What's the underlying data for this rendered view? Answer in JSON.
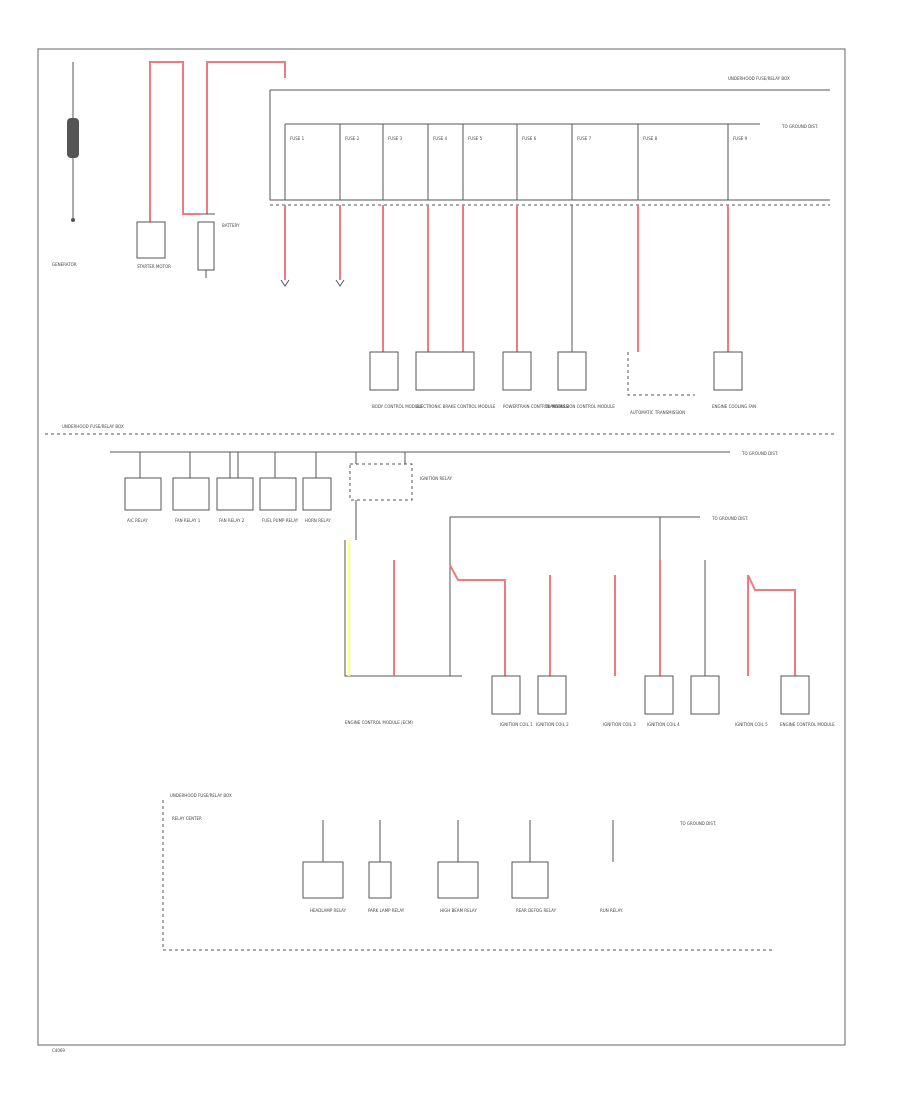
{
  "footer_code": "C4069",
  "labels": {
    "generator": "GENERATOR",
    "starter": "STARTER MOTOR",
    "battery": "BATTERY",
    "underhood_fuse_top": "UNDERHOOD FUSE/RELAY BOX",
    "underhood_fuse_mid": "UNDERHOOD FUSE/RELAY BOX",
    "underhood_fuse_bottom": "UNDERHOOD FUSE/RELAY BOX",
    "ground_top": "TO GROUND DIST.",
    "ground_mid": "TO GROUND DIST.",
    "ground_low": "TO GROUND DIST.",
    "ground_bottom": "TO GROUND DIST.",
    "engine_control_module": "ENGINE CONTROL MODULE (ECM)",
    "ignition_relay": "IGNITION RELAY",
    "relay_center": "RELAY CENTER"
  },
  "fuses_top": [
    "FUSE 1",
    "FUSE 2",
    "FUSE 3",
    "FUSE 4",
    "FUSE 5",
    "FUSE 6",
    "FUSE 7",
    "FUSE 8",
    "FUSE 9"
  ],
  "modules_top": [
    "BODY CONTROL MODULE",
    "ELECTRONIC BRAKE CONTROL MODULE",
    "POWERTRAIN CONTROL MODULE",
    "TRANSMISSION CONTROL MODULE",
    "AUTOMATIC TRANSMISSION",
    "ENGINE COOLING FAN"
  ],
  "relays_mid": [
    "A/C RELAY",
    "FAN RELAY 1",
    "FAN RELAY 2",
    "FUEL PUMP RELAY",
    "HORN RELAY"
  ],
  "loads_mid": [
    "IGNITION COIL 1",
    "IGNITION COIL 2",
    "IGNITION COIL 3",
    "IGNITION COIL 4",
    "IGNITION COIL 5",
    "ENGINE CONTROL MODULE"
  ],
  "relays_bottom": [
    "HEADLAMP RELAY",
    "PARK LAMP RELAY",
    "HIGH BEAM RELAY",
    "REAR DEFOG RELAY",
    "RUN RELAY"
  ]
}
